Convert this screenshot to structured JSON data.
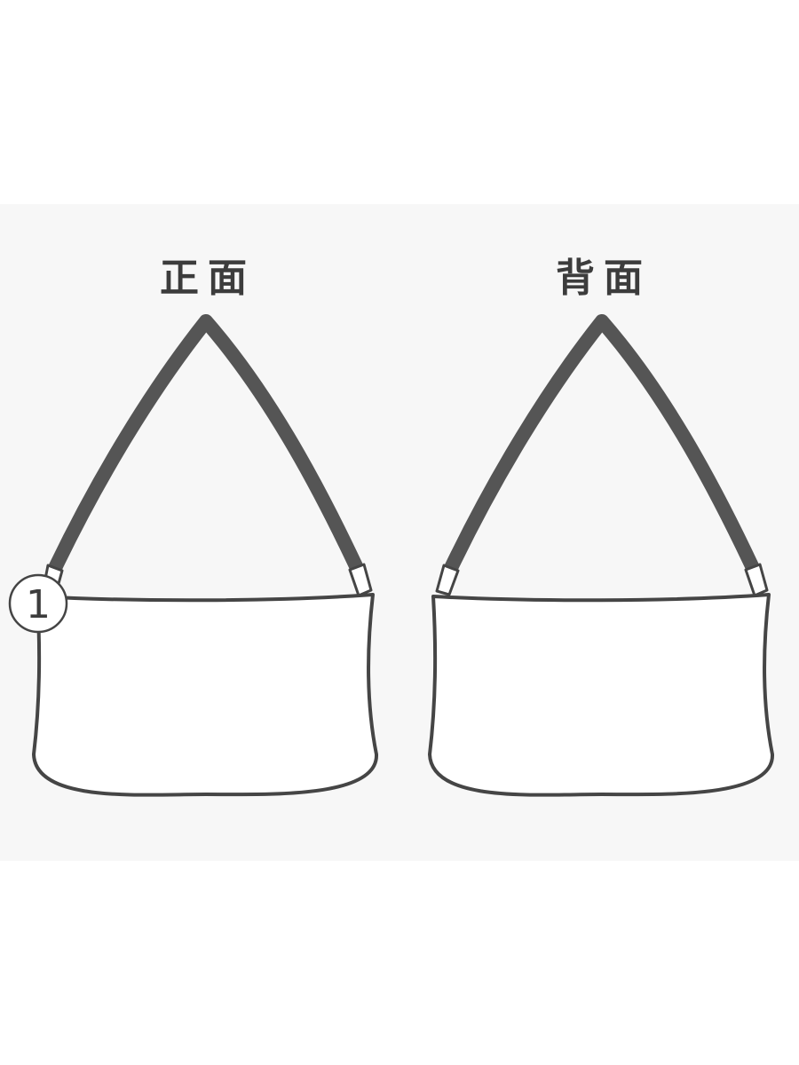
{
  "views": {
    "front": {
      "title": "正面"
    },
    "back": {
      "title": "背面"
    }
  },
  "callout": {
    "number": "1"
  },
  "colors": {
    "outline": "#454545",
    "strap": "#555555",
    "panel_background": "#f7f7f7",
    "bag_fill": "#ffffff"
  }
}
